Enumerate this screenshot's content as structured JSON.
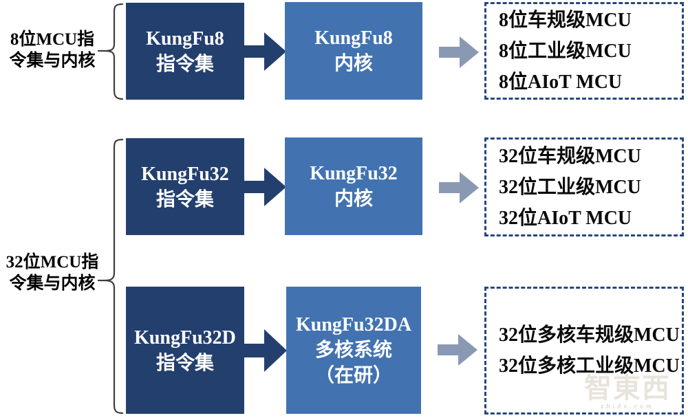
{
  "colors": {
    "dark_blue_box": "#233F6E",
    "medium_blue_box": "#4273B0",
    "gray_arrow": "#8A99B3",
    "dashed_border": "#26477E",
    "bracket": "#3D3D3D",
    "box_text": "#FFFFFF",
    "product_text": "#0A0A0A"
  },
  "groups": [
    {
      "label_line1": "8位MCU指",
      "label_line2": "令集与内核"
    },
    {
      "label_line1": "32位MCU指",
      "label_line2": "令集与内核"
    }
  ],
  "rows": [
    {
      "isa_line1": "KungFu8",
      "isa_line2": "指令集",
      "core_line1": "KungFu8",
      "core_line2": "内核",
      "products": {
        "0": "8位车规级MCU",
        "1": "8位工业级MCU",
        "2": "8位AIoT MCU"
      }
    },
    {
      "isa_line1": "KungFu32",
      "isa_line2": "指令集",
      "core_line1": "KungFu32",
      "core_line2": "内核",
      "products": {
        "0": "32位车规级MCU",
        "1": "32位工业级MCU",
        "2": "32位AIoT MCU"
      }
    },
    {
      "isa_line1": "KungFu32D",
      "isa_line2": "指令集",
      "core_line1": "KungFu32DA",
      "core_line2": "多核系统",
      "core_line3": "（在研）",
      "products": {
        "0": "32位多核车规级MCU",
        "1": "32位多核工业级MCU"
      }
    }
  ],
  "watermark": {
    "brand": "智東西",
    "domain": "zhidx.com"
  }
}
